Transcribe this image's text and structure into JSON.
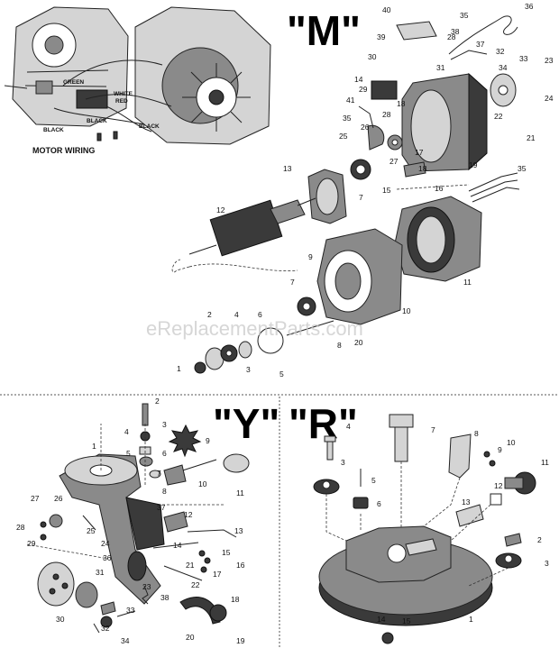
{
  "sections": {
    "motor": {
      "title": "\"M\""
    },
    "yoke": {
      "title": "\"Y\""
    },
    "radial": {
      "title": "\"R\""
    }
  },
  "motor_wiring": {
    "caption": "MOTOR WIRING",
    "wire_labels": [
      "GREEN",
      "WHITE",
      "RED",
      "BLACK",
      "BLACK",
      "BLACK"
    ]
  },
  "watermark": "eReplacementParts.com",
  "part_numbers": {
    "motor": [
      "1",
      "2",
      "3",
      "4",
      "5",
      "6",
      "7",
      "7",
      "8",
      "9",
      "10",
      "11",
      "12",
      "13",
      "14",
      "15",
      "16",
      "17",
      "18",
      "18",
      "19",
      "20",
      "21",
      "22",
      "23",
      "24",
      "25",
      "26",
      "27",
      "28",
      "28",
      "29",
      "30",
      "31",
      "32",
      "33",
      "34",
      "35",
      "35",
      "35",
      "36",
      "37",
      "38",
      "39",
      "40",
      "41"
    ],
    "yoke": [
      "1",
      "2",
      "3",
      "4",
      "5",
      "6",
      "7",
      "8",
      "9",
      "10",
      "11",
      "12",
      "13",
      "14",
      "15",
      "16",
      "17",
      "18",
      "19",
      "20",
      "21",
      "22",
      "23",
      "24",
      "25",
      "26",
      "27",
      "28",
      "29",
      "30",
      "31",
      "32",
      "33",
      "34",
      "36",
      "37",
      "38"
    ],
    "radial": [
      "1",
      "2",
      "3",
      "3",
      "4",
      "5",
      "6",
      "7",
      "8",
      "9",
      "10",
      "11",
      "12",
      "13",
      "14",
      "15"
    ]
  }
}
